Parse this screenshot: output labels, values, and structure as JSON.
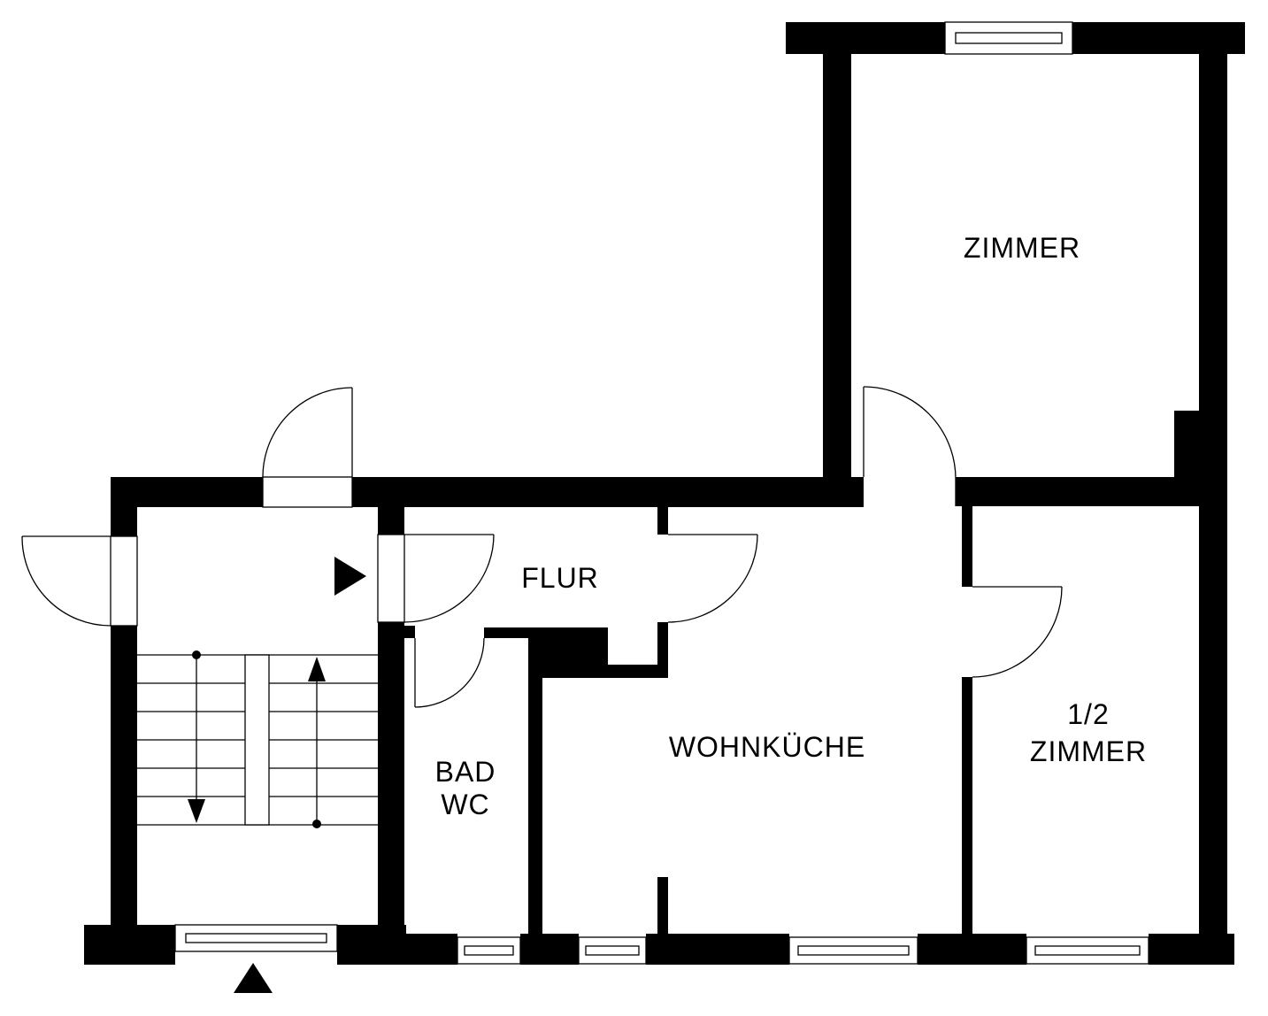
{
  "rooms": {
    "zimmer": "ZIMMER",
    "flur": "FLUR",
    "wohnkueche": "WOHNKÜCHE",
    "half_zimmer_line1": "1/2",
    "half_zimmer_line2": "ZIMMER",
    "bad_line1": "BAD",
    "bad_line2": "WC"
  },
  "colors": {
    "wall": "#000000",
    "background": "#ffffff"
  }
}
